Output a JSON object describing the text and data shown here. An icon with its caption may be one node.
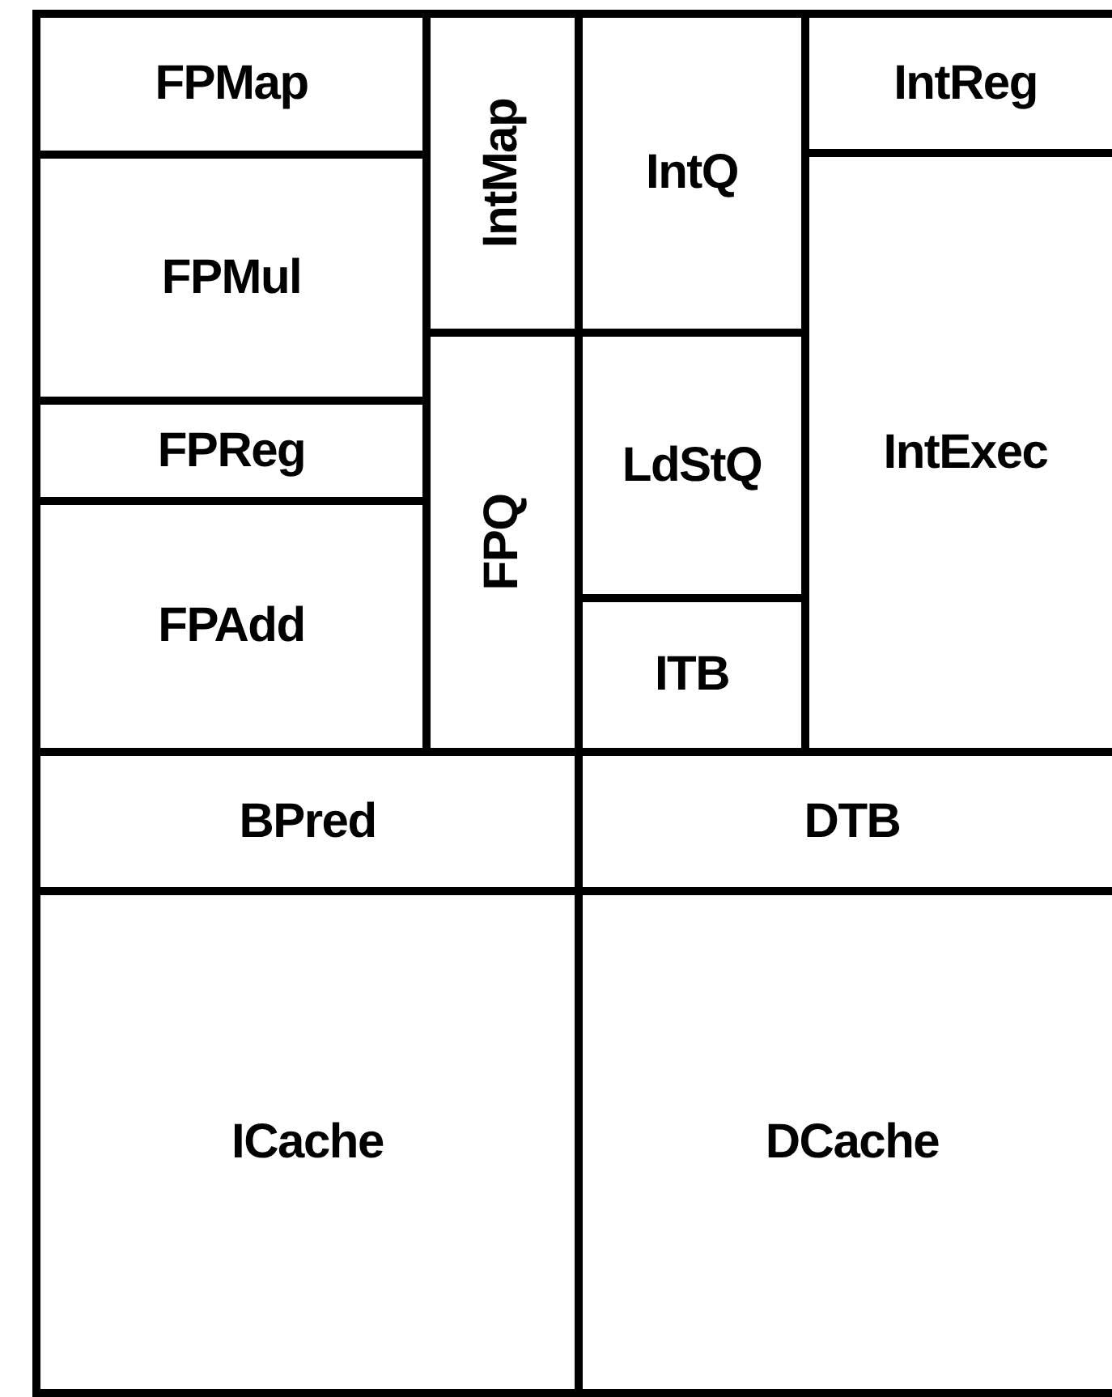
{
  "diagram": {
    "nodes": [
      {
        "text": [
          "FPMap"
        ]
      },
      {
        "text": [
          "IntMap"
        ]
      },
      {
        "text": [
          "IntQ"
        ]
      },
      {
        "text": [
          "IntReg"
        ]
      },
      {
        "text": [
          "FPMul"
        ]
      },
      {
        "text": [
          "FPReg"
        ]
      },
      {
        "text": [
          "FPQ"
        ]
      },
      {
        "text": [
          "LdStQ"
        ]
      },
      {
        "text": [
          "IntExec"
        ]
      },
      {
        "text": [
          "FPAdd"
        ]
      },
      {
        "text": [
          "ITB"
        ]
      },
      {
        "text": [
          "BPred"
        ]
      },
      {
        "text": [
          "DTB"
        ]
      },
      {
        "text": [
          "ICache"
        ]
      },
      {
        "text": [
          "DCache"
        ]
      }
    ]
  }
}
